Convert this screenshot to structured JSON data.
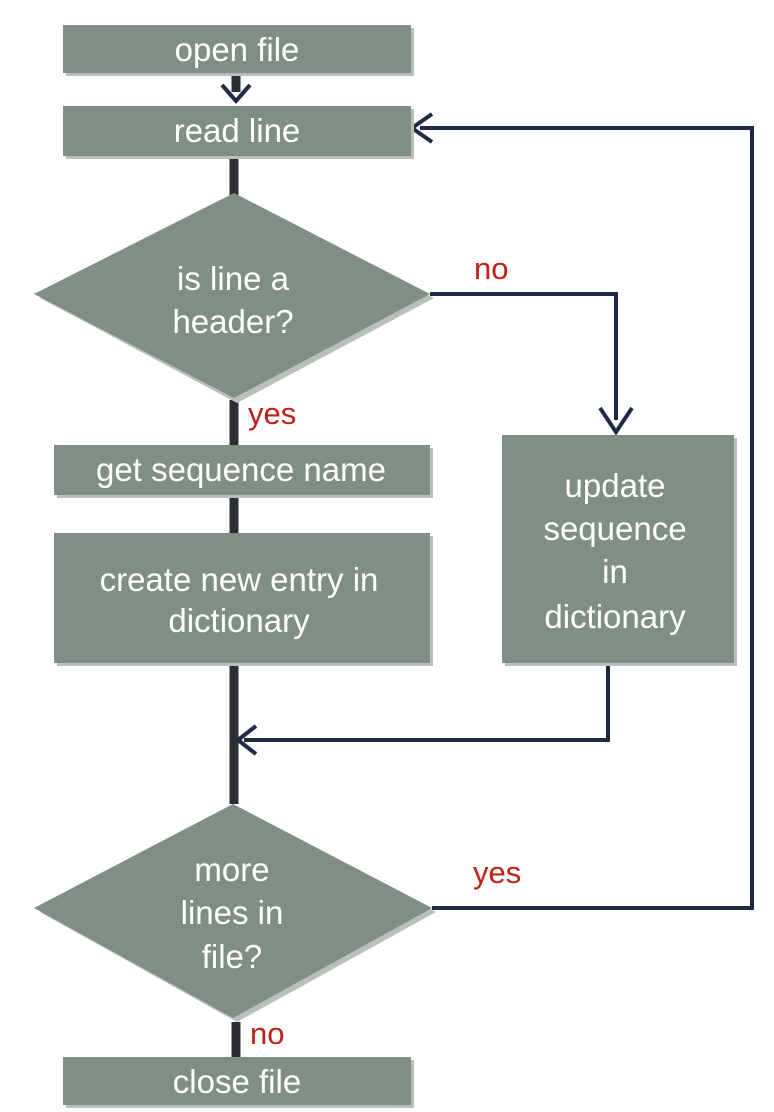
{
  "nodes": {
    "open_file": "open file",
    "read_line": "read line",
    "is_header": [
      "is line a",
      "header?"
    ],
    "get_name": "get sequence name",
    "create_entry": [
      "create new entry in",
      "dictionary"
    ],
    "update_seq": [
      "update",
      "sequence",
      "in",
      "dictionary"
    ],
    "more_lines": [
      "more",
      "lines in",
      "file?"
    ],
    "close_file": "close file"
  },
  "labels": {
    "header_no": "no",
    "header_yes": "yes",
    "more_yes": "yes",
    "more_no": "no"
  },
  "colors": {
    "box_fill": "#7f8f84",
    "text": "#ffffff",
    "label": "#c0201a",
    "connector": "#1f2a44"
  }
}
